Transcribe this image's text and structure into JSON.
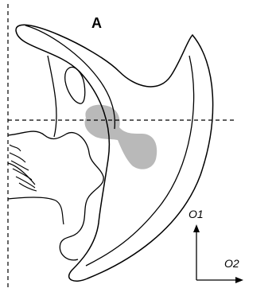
{
  "panel": {
    "label": "A"
  },
  "axes": {
    "o1_label": "O1",
    "o2_label": "O2"
  },
  "colors": {
    "line": "#000000",
    "region": "#b9b9b9",
    "background": "#ffffff"
  }
}
